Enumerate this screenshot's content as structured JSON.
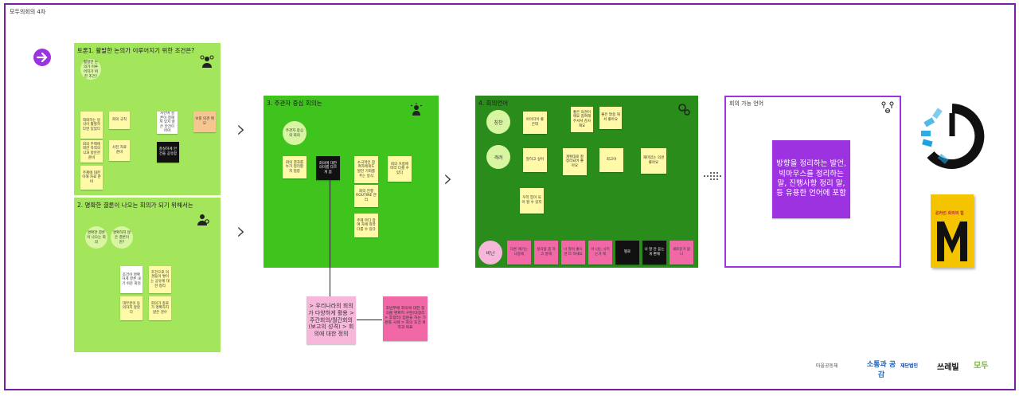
{
  "board": {
    "title": "모두의회의 4차"
  },
  "colors": {
    "border": "#7b1fa2",
    "lightGreen": "#a3e65b",
    "green": "#3ec41c",
    "darkGreen": "#2a8c1a",
    "purple": "#9c32e0",
    "pink": "#f268a6"
  },
  "frame1": {
    "title": "토론1. 활발한 논의가 이루어지기 위한 조건은?",
    "circle": "활발한 논의가 이루어지기 위한 조건?",
    "notes": [
      "대화하는 방식이 활발하다면 있었다",
      "회의 규칙",
      "사전에 결론이 정해져 있지 않은 안건이어야",
      "회의 주제에 대한 목적의식과 충분한 준비",
      "사전 자료 준비",
      "충실하게 안건을 공유함",
      "주제에 대한 이해 자료 준비"
    ],
    "orange": "보충 의견 메모"
  },
  "frame2": {
    "title": "2. 명확한 결론이 나오는 회의가 되기 위해서는",
    "circles": [
      "명확한 결론이 나오는 회의",
      "명확하지 않은 결론이란?"
    ],
    "notes": [
      "조건이 명확하게 결론 내기 쉬운 회의",
      "조건으로 의견들이 쌓이는 공유에 대한 정리",
      "대부분이 동의하지 않았다",
      "회의가 종료가 명확하지 않은 경우"
    ]
  },
  "frame3": {
    "title": "3. 주관자 중심 회의는",
    "circle": "주관자 중심의 회의",
    "notes": [
      "회의 결과를 누가 정리할지 정함",
      "회의에 대한 의미를 다르게 봄",
      "소극적인 참여자에게도 발언 기회를 주는 방식",
      "회의 흐름에 따라 다를 수 있다",
      "회의 진행 ROUTINE 관리",
      "주제 마다 참여 자에 따라 다를 수 있다"
    ],
    "pinkNote": "> 우리나라의 회의가 다양하게 활용 > 주간회의/월간회의(보고의 성격) > 회의에 대한 정의",
    "pinkNote2": "초반부에 회의에 대한 정의를 명확히 구분(대정리 > 후정리) 입문을 하는 기본틀 사례 > 회의 조건 목적과 목표"
  },
  "frame4": {
    "title": "4. 회의언어",
    "circles": [
      "칭찬",
      "격려",
      "비난"
    ],
    "notes": [
      "아이디어 좋은데",
      "좋은 의견이에요 참여해주셔서 감사해요",
      "좋은 말씀 해서 좋아요",
      "말하고 싶어",
      "계획대로 잘 정리되어 좋아요",
      "최고야",
      "재미있는 의견 좋아요",
      "우리 힘이 되어 할 수 있지"
    ],
    "pinkNotes": [
      "다른 얘기는 나중에",
      "생각을 좀 하고 말해",
      "너 말이 좋으면 다 하세요",
      "아 너는 시키는거 해",
      "별로",
      "너 말 안 듣는게 편해",
      "새로운거 없니"
    ]
  },
  "frame5": {
    "title": "회의 가능 언어",
    "text": "방향을 정리하는 발언, 빅마우스를 정리하는 말, 진행사항 정리 말, 등 유용한 언어에 포함"
  },
  "book": {
    "title": "온라인 회의의 힘"
  },
  "logos": [
    "마을공동체",
    "소통과 공감",
    "재단법인",
    "쓰레빌",
    "모두"
  ]
}
